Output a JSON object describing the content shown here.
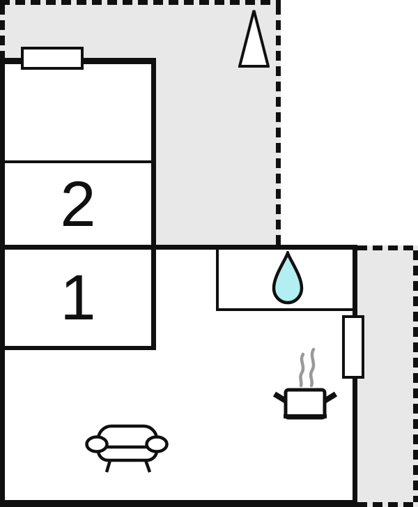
{
  "title": "apartment-floor-plan",
  "colors": {
    "background": "#ffffff",
    "outdoor": "#e8e8e8",
    "wall": "#101010",
    "water_drop": "#b3eef2",
    "steam": "#999999"
  },
  "rooms": {
    "room_2": {
      "label": "2"
    },
    "room_1": {
      "label": "1"
    }
  },
  "icons": {
    "north_arrow": "north-arrow-icon",
    "window_top": "window-icon",
    "sink_drop": "water-drop-icon",
    "radiator": "radiator-window-icon",
    "steam": "steam-icon",
    "pot": "cooking-pot-icon",
    "sofa": "sofa-icon"
  }
}
